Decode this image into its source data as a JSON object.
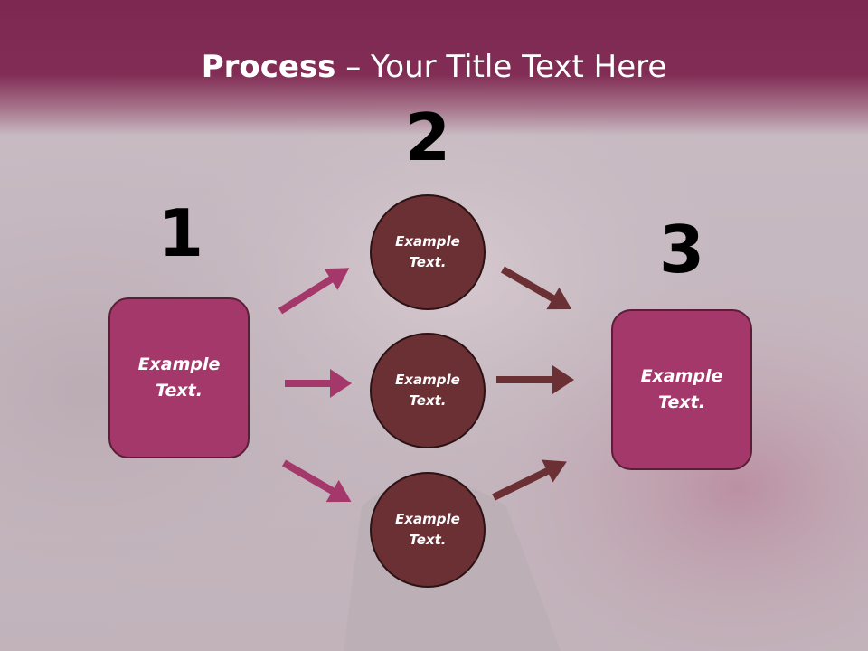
{
  "title": {
    "bold": "Process",
    "rest": " – Your Title Text Here"
  },
  "steps": {
    "one": "1",
    "two": "2",
    "three": "3"
  },
  "nodes": {
    "left_box": "Example\nText.",
    "circle_top": "Example\nText.",
    "circle_middle": "Example\nText.",
    "circle_bottom": "Example\nText.",
    "right_box": "Example\nText."
  },
  "colors": {
    "header": "#822d55",
    "box_fill": "#a5386b",
    "circle_fill": "#6b3033",
    "arrow_left": "#a5386b",
    "arrow_right": "#6b3033"
  }
}
